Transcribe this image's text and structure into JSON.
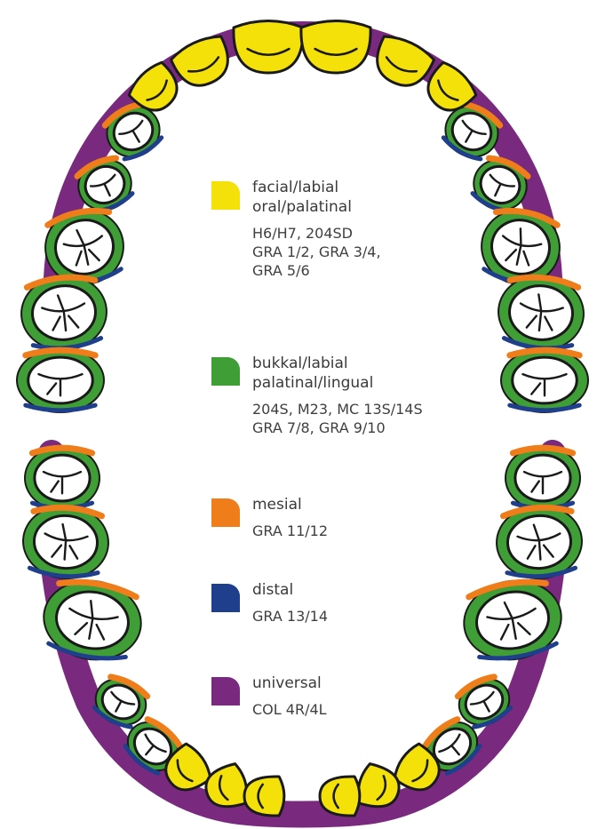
{
  "colors": {
    "facial": "#f5e10a",
    "bukkal": "#3f9e35",
    "mesial": "#ef7d1a",
    "distal": "#1f3f8c",
    "universal": "#7a2a7e",
    "outline": "#1a1a1a",
    "tooth_fill": "#ffffff"
  },
  "legend": [
    {
      "key": "facial",
      "title": [
        "facial/labial",
        "oral/palatinal"
      ],
      "codes": [
        "H6/H7, 204SD",
        "GRA 1/2, GRA 3/4,",
        "GRA 5/6"
      ]
    },
    {
      "key": "bukkal",
      "title": [
        "bukkal/labial",
        "palatinal/lingual"
      ],
      "codes": [
        "204S, M23, MC 13S/14S",
        "GRA 7/8, GRA 9/10"
      ]
    },
    {
      "key": "mesial",
      "title": [
        "mesial"
      ],
      "codes": [
        "GRA 11/12"
      ]
    },
    {
      "key": "distal",
      "title": [
        "distal"
      ],
      "codes": [
        "GRA 13/14"
      ]
    },
    {
      "key": "universal",
      "title": [
        "universal"
      ],
      "codes": [
        "COL 4R/4L"
      ]
    }
  ]
}
